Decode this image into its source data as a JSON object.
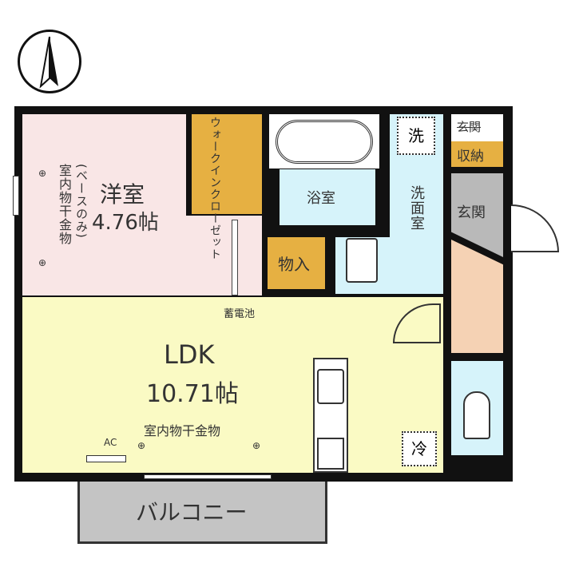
{
  "rooms": {
    "western": {
      "name": "洋室",
      "size": "4.76帖",
      "note": "室内物干金物",
      "note_sub": "(ベースのみ)"
    },
    "walkin_closet": "ウォークインクローゼット",
    "bath": "浴室",
    "washroom": "洗面室",
    "storage": "物入",
    "entrance_storage_top": "玄関",
    "entrance_storage": "収納",
    "entrance": "玄関",
    "ldk": {
      "name": "LDK",
      "size": "10.71帖",
      "note": "室内物干金物"
    },
    "balcony": "バルコニー"
  },
  "labels": {
    "battery": "蓄電池",
    "ac": "AC",
    "washer": "洗",
    "fridge": "冷"
  },
  "colors": {
    "western": "#f9e6e6",
    "ldk": "#fafac4",
    "closet": "#e6b042",
    "water": "#d6f3fa",
    "entrance": "#b9b9b9",
    "hall": "#f5d2b4",
    "balcony": "#c4c4c4"
  }
}
